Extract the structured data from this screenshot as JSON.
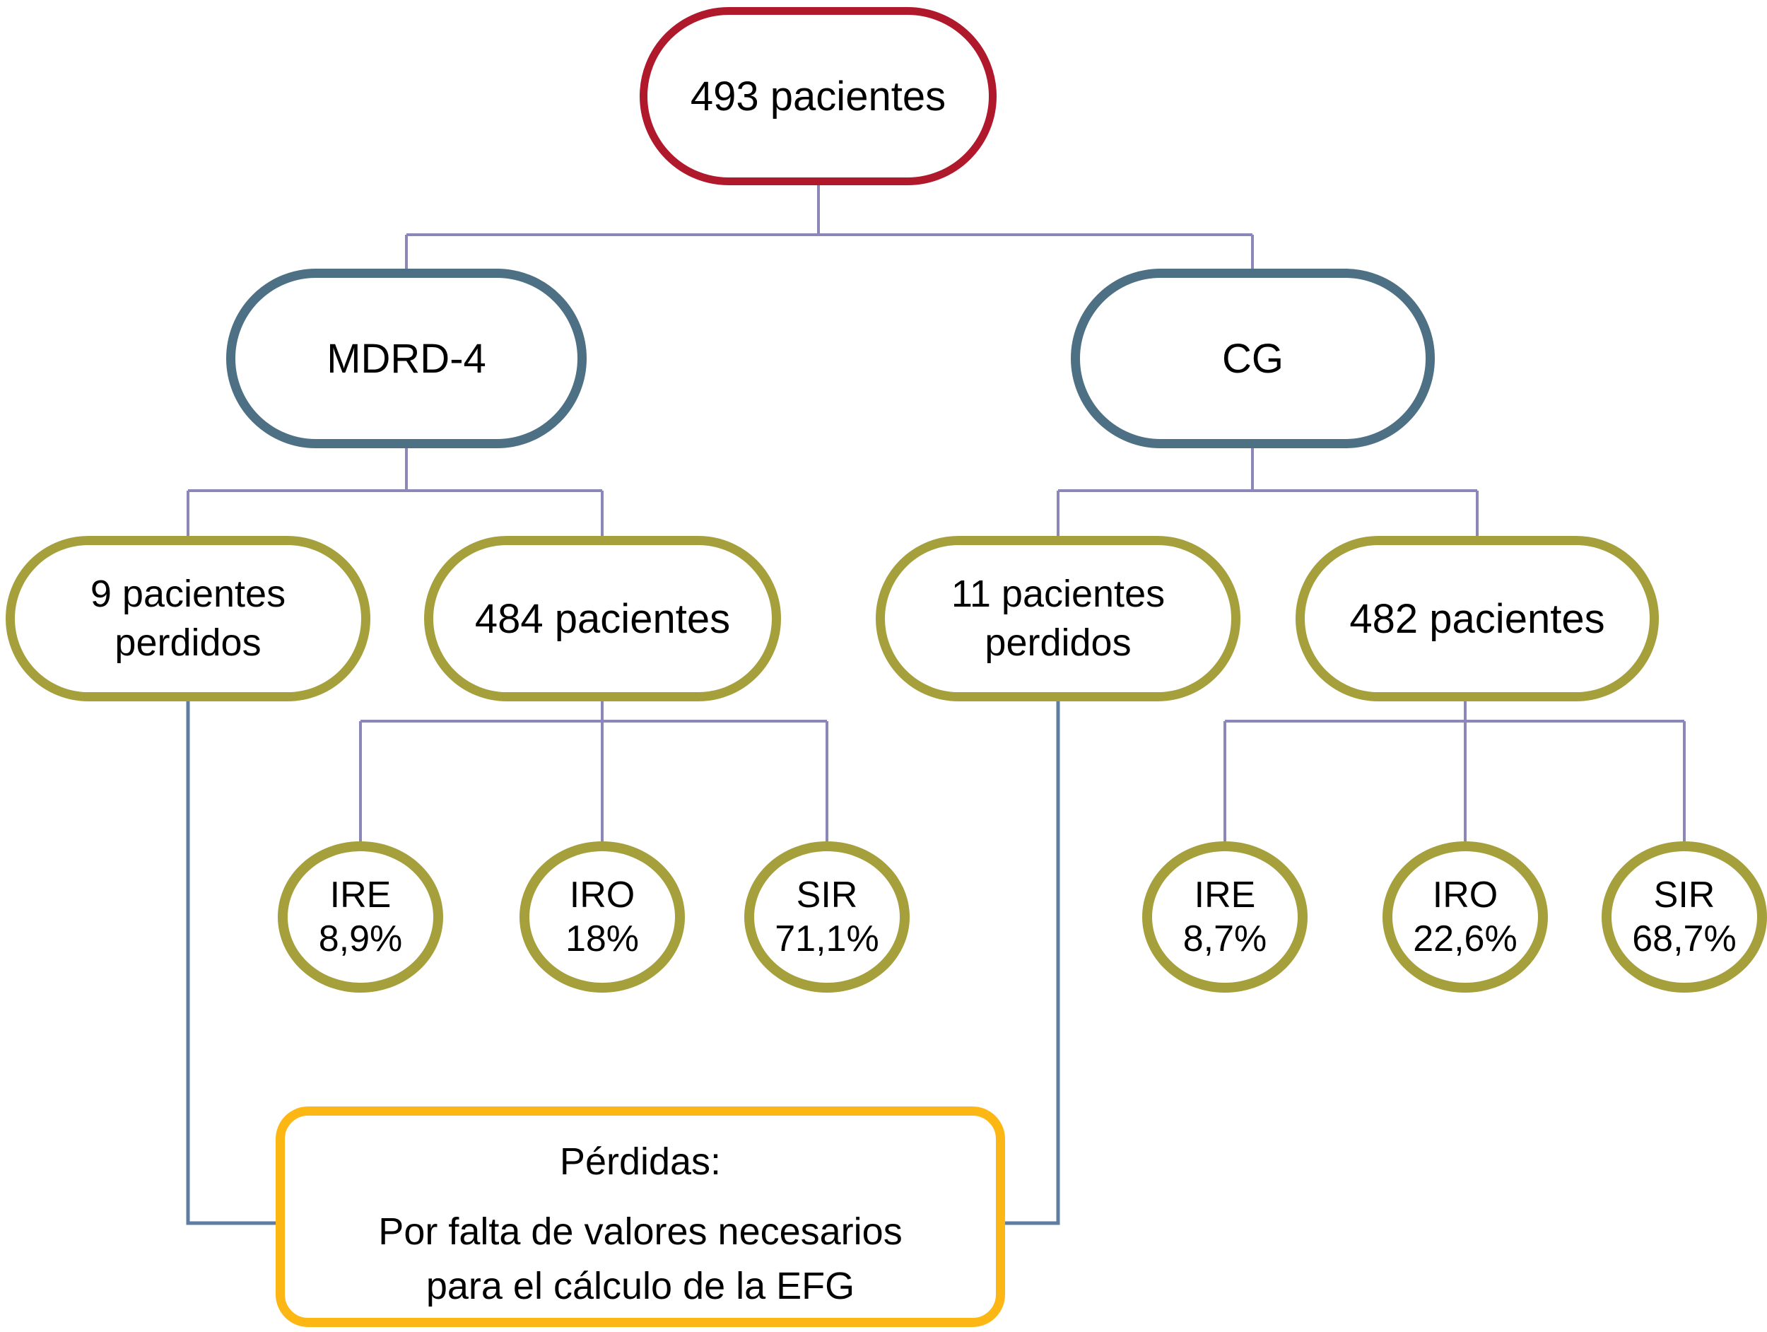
{
  "flowchart": {
    "root": {
      "label": "493 pacientes"
    },
    "methods": [
      {
        "label": "MDRD-4",
        "lost": {
          "count_line": "9 pacientes",
          "status_line": "perdidos"
        },
        "included": {
          "label": "484 pacientes"
        },
        "outcomes": [
          {
            "label": "IRE",
            "value": "8,9%"
          },
          {
            "label": "IRO",
            "value": "18%"
          },
          {
            "label": "SIR",
            "value": "71,1%"
          }
        ]
      },
      {
        "label": "CG",
        "lost": {
          "count_line": "11 pacientes",
          "status_line": "perdidos"
        },
        "included": {
          "label": "482 pacientes"
        },
        "outcomes": [
          {
            "label": "IRE",
            "value": "8,7%"
          },
          {
            "label": "IRO",
            "value": "22,6%"
          },
          {
            "label": "SIR",
            "value": "68,7%"
          }
        ]
      }
    ],
    "losses_note": {
      "title": "Pérdidas:",
      "body_line1": "Por falta de valores necesarios",
      "body_line2": "para el cálculo de la EFG"
    },
    "colors": {
      "root_border": "#B0182B",
      "method_border": "#4D7085",
      "group_border": "#A5A03C",
      "note_border": "#FCB714",
      "connector_line": "#8C87B9",
      "loss_line": "#5F7DA0"
    }
  }
}
